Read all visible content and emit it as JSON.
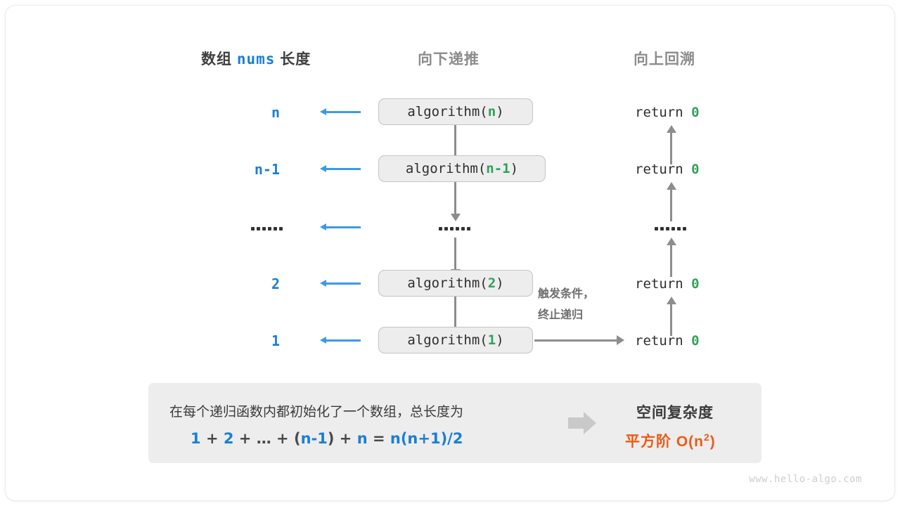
{
  "diagram": {
    "title_watermark": "www.hello-algo.com",
    "columns": {
      "left_prefix": "数组",
      "left_code": "nums",
      "left_suffix": "长度",
      "middle": "向下递推",
      "right": "向上回溯"
    },
    "rows": [
      {
        "length": "n",
        "call_prefix": "algorithm(",
        "call_arg": "n",
        "call_suffix": ")",
        "ret_text": "return",
        "ret_value": "0"
      },
      {
        "length": "n-1",
        "call_prefix": "algorithm(",
        "call_arg": "n-1",
        "call_suffix": ")",
        "ret_text": "return",
        "ret_value": "0"
      },
      {
        "length": "......",
        "call_prefix": "",
        "call_arg": "",
        "call_suffix": "",
        "ret_text": "",
        "ret_value": ""
      },
      {
        "length": "2",
        "call_prefix": "algorithm(",
        "call_arg": "2",
        "call_suffix": ")",
        "ret_text": "return",
        "ret_value": "0"
      },
      {
        "length": "1",
        "call_prefix": "algorithm(",
        "call_arg": "1",
        "call_suffix": ")",
        "ret_text": "return",
        "ret_value": "0"
      }
    ],
    "side_note_line1": "触发条件，",
    "side_note_line2": "终止递归",
    "summary": {
      "description": "在每个递归函数内都初始化了一个数组，总长度为",
      "formula_parts": [
        {
          "t": "1",
          "c": "blue"
        },
        {
          "t": "+",
          "c": "dark"
        },
        {
          "t": "2",
          "c": "blue"
        },
        {
          "t": "+",
          "c": "dark"
        },
        {
          "t": "…",
          "c": "dark"
        },
        {
          "t": "+",
          "c": "dark"
        },
        {
          "t": "(",
          "c": "dark"
        },
        {
          "t": "n-1",
          "c": "blue"
        },
        {
          "t": ")",
          "c": "dark"
        },
        {
          "t": "+",
          "c": "dark"
        },
        {
          "t": "n",
          "c": "blue"
        },
        {
          "t": "=",
          "c": "dark"
        },
        {
          "t": "n(n+1)/2",
          "c": "blue"
        }
      ],
      "result_title": "空间复杂度",
      "result_value_label": "平方阶",
      "result_value_base": "O(n",
      "result_value_exp": "2",
      "result_value_tail": ")"
    },
    "colors": {
      "blue": "#1a7fd4",
      "blue_arrow": "#3d9ae2",
      "green": "#31a05a",
      "gray_arrow": "#8d8d8d",
      "orange": "#ef5a14",
      "panel": "#ededed"
    }
  }
}
